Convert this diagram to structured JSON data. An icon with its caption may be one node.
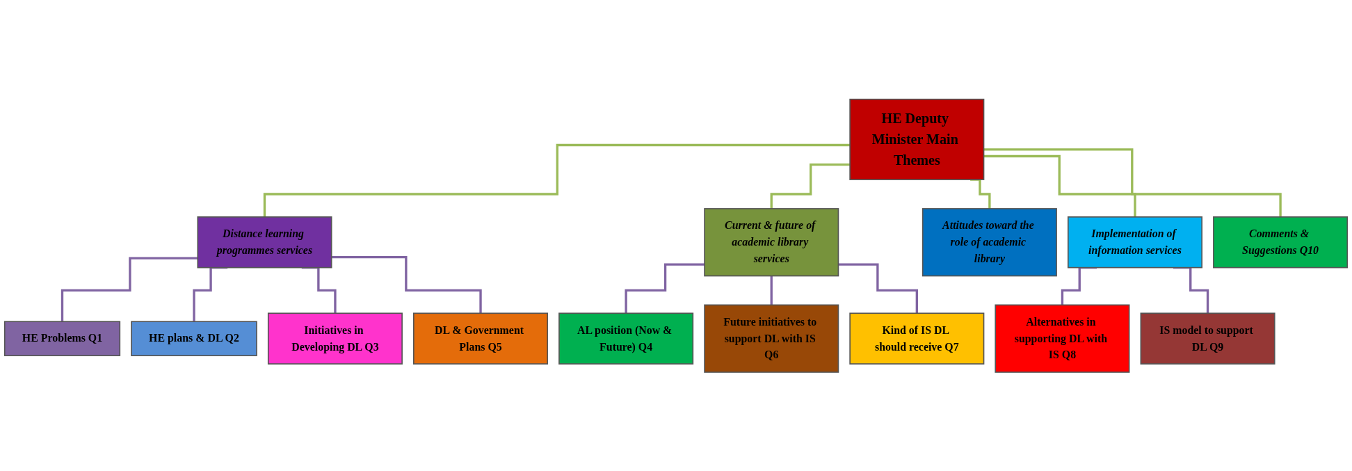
{
  "diagram": {
    "nodes": [
      {
        "text": [
          "HE Deputy Minister Main Themes"
        ]
      },
      {
        "text": [
          "Distance learning programmes services"
        ]
      },
      {
        "text": [
          "Current & future of academic library services"
        ]
      },
      {
        "text": [
          "Attitudes toward the role of academic library"
        ]
      },
      {
        "text": [
          "Implementation of information services"
        ]
      },
      {
        "text": [
          "Comments & Suggestions Q10"
        ]
      },
      {
        "text": [
          "HE Problems Q1"
        ]
      },
      {
        "text": [
          "HE plans & DL Q2"
        ]
      },
      {
        "text": [
          "Initiatives in Developing DL Q3"
        ]
      },
      {
        "text": [
          "DL & Government Plans Q5"
        ]
      },
      {
        "text": [
          "AL position (Now & Future) Q4"
        ]
      },
      {
        "text": [
          "Future initiatives to support DL with IS Q6"
        ]
      },
      {
        "text": [
          "Kind of IS DL should receive Q7"
        ]
      },
      {
        "text": [
          "Alternatives in supporting DL with IS Q8"
        ]
      },
      {
        "text": [
          "IS model to support DL Q9"
        ]
      }
    ],
    "edges": [
      {
        "from": 0,
        "to": 1,
        "arrow": "none",
        "color": "#9bbb59"
      },
      {
        "from": 0,
        "to": 2,
        "arrow": "none",
        "color": "#9bbb59"
      },
      {
        "from": 0,
        "to": 3,
        "arrow": "none",
        "color": "#9bbb59"
      },
      {
        "from": 0,
        "to": 4,
        "arrow": "none",
        "color": "#9bbb59"
      },
      {
        "from": 0,
        "to": 5,
        "arrow": "none",
        "color": "#9bbb59"
      },
      {
        "from": 1,
        "to": 6,
        "arrow": "none"
      },
      {
        "from": 1,
        "to": 7,
        "arrow": "none"
      },
      {
        "from": 1,
        "to": 8,
        "arrow": "none"
      },
      {
        "from": 1,
        "to": 9,
        "arrow": "none"
      },
      {
        "from": 2,
        "to": 10,
        "arrow": "none"
      },
      {
        "from": 2,
        "to": 11,
        "arrow": "none"
      },
      {
        "from": 2,
        "to": 12,
        "arrow": "none"
      },
      {
        "from": 4,
        "to": 13,
        "arrow": "none"
      },
      {
        "from": 4,
        "to": 14,
        "arrow": "none"
      }
    ]
  }
}
